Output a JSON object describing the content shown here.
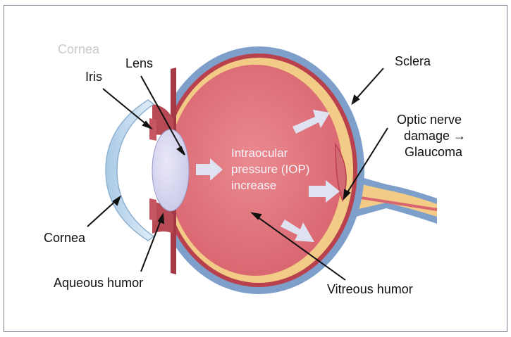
{
  "labels": {
    "cornea_faint": "Cornea",
    "lens": "Lens",
    "iris": "Iris",
    "sclera": "Sclera",
    "optic_line1": "Optic nerve",
    "optic_line2": "damage →",
    "optic_line3": "Glaucoma",
    "iop_line1": "Intraocular",
    "iop_line2": "pressure (IOP)",
    "iop_line3": "increase",
    "cornea": "Cornea",
    "aqueous": "Aqueous humor",
    "vitreous": "Vitreous humor"
  },
  "colors": {
    "sclera": "#7e9fc9",
    "choroid": "#c24a55",
    "retina": "#f2cc86",
    "vitreous": "#e0757d",
    "lens": "#dad9f0",
    "cornea": "#c9dff0",
    "arrow": "#dde2f0"
  }
}
